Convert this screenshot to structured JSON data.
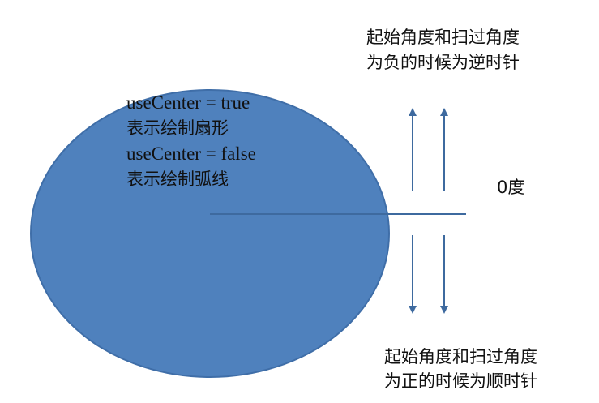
{
  "circle_text": {
    "line1": "useCenter = true",
    "line2": "表示绘制扇形",
    "line3": "useCenter = false",
    "line4": "表示绘制弧线"
  },
  "top_note": {
    "line1": "起始角度和扫过角度",
    "line2": "为负的时候为逆时针"
  },
  "bottom_note": {
    "line1": "起始角度和扫过角度",
    "line2": "为正的时候为顺时针"
  },
  "zero_label": "0度",
  "colors": {
    "circle_fill": "#4f81bd",
    "circle_stroke": "#3f6ea8",
    "line": "#3e6a9f",
    "text": "#111111"
  }
}
